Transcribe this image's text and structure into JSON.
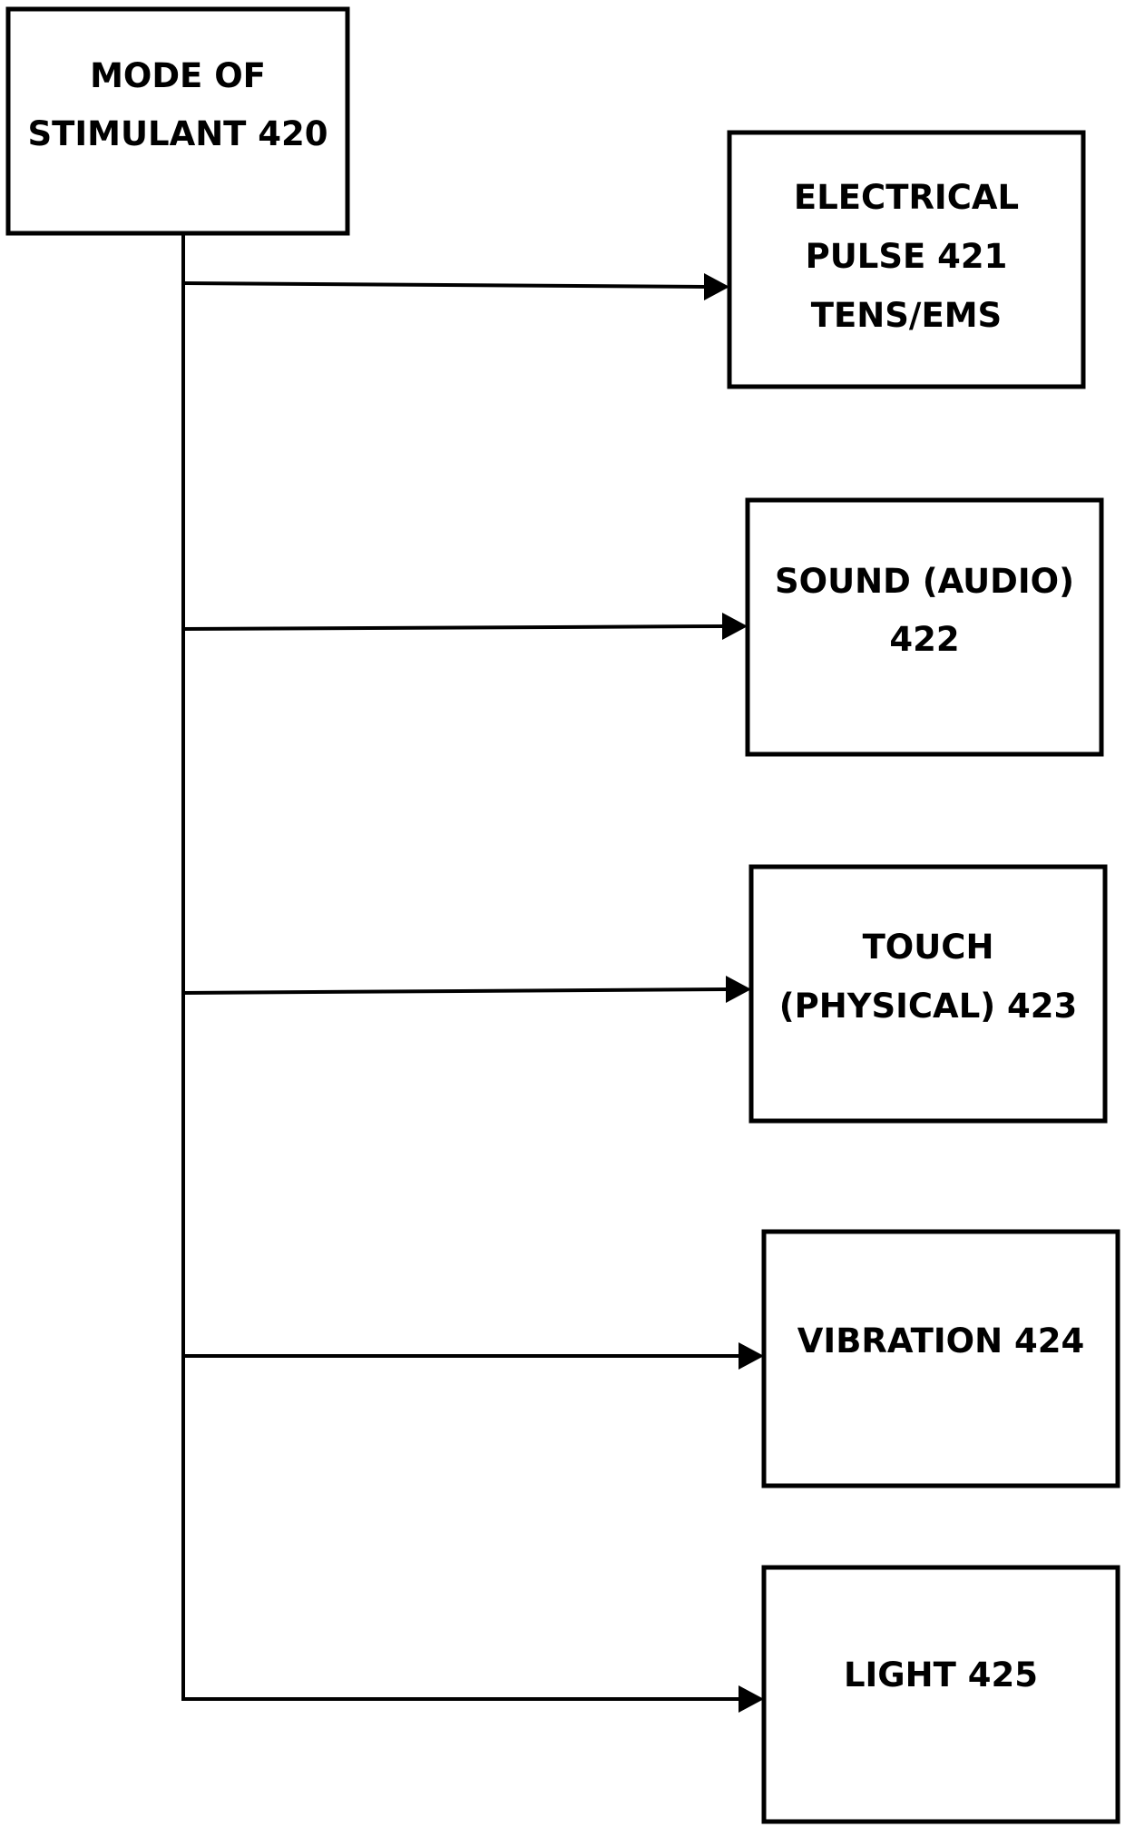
{
  "colors": {
    "line": "#000000",
    "background": "#ffffff"
  },
  "source": {
    "lines": [
      "MODE OF",
      "STIMULANT 420"
    ]
  },
  "targets": [
    {
      "lines": [
        "ELECTRICAL",
        "PULSE 421",
        "TENS/EMS"
      ]
    },
    {
      "lines": [
        "SOUND (AUDIO)",
        "422"
      ]
    },
    {
      "lines": [
        "TOUCH",
        "(PHYSICAL) 423"
      ]
    },
    {
      "lines": [
        "VIBRATION 424"
      ]
    },
    {
      "lines": [
        "LIGHT 425"
      ]
    }
  ]
}
